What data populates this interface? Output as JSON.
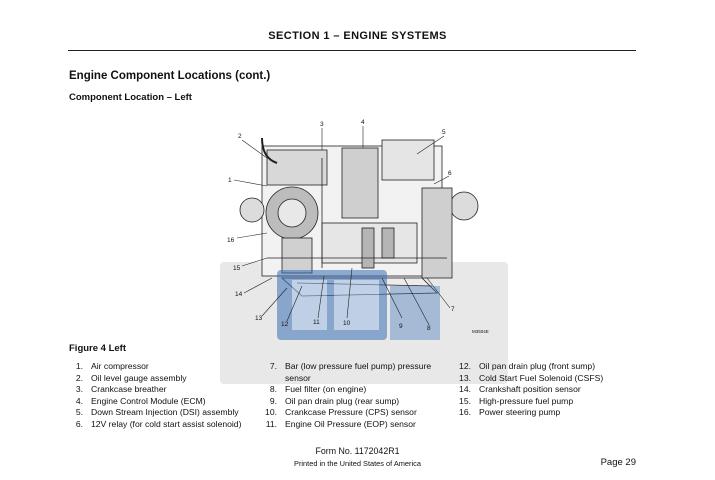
{
  "header": {
    "section_title": "SECTION 1 – ENGINE SYSTEMS"
  },
  "page_heading": "Engine Component Locations (cont.)",
  "subheading": "Component Location – Left",
  "figure": {
    "callouts": [
      "1",
      "2",
      "3",
      "4",
      "5",
      "6",
      "7",
      "8",
      "9",
      "10",
      "11",
      "12",
      "13",
      "14",
      "15",
      "16"
    ],
    "image_code": "M3504E",
    "caption": "Figure 4    Left"
  },
  "legend": [
    {
      "num": "1.",
      "text": "Air compressor"
    },
    {
      "num": "2.",
      "text": "Oil level gauge assembly"
    },
    {
      "num": "3.",
      "text": "Crankcase breather"
    },
    {
      "num": "4.",
      "text": "Engine Control Module (ECM)"
    },
    {
      "num": "5.",
      "text": "Down Stream Injection (DSI) assembly"
    },
    {
      "num": "6.",
      "text": "12V relay (for cold start assist solenoid)"
    },
    {
      "num": "7.",
      "text": "Bar (low pressure fuel pump) pressure sensor"
    },
    {
      "num": "8.",
      "text": "Fuel filter (on engine)"
    },
    {
      "num": "9.",
      "text": "Oil pan drain plug (rear sump)"
    },
    {
      "num": "10.",
      "text": "Crankcase Pressure (CPS) sensor"
    },
    {
      "num": "11.",
      "text": "Engine Oil Pressure (EOP) sensor"
    },
    {
      "num": "12.",
      "text": "Oil pan drain plug (front sump)"
    },
    {
      "num": "13.",
      "text": "Cold Start Fuel Solenoid (CSFS)"
    },
    {
      "num": "14.",
      "text": "Crankshaft position sensor"
    },
    {
      "num": "15.",
      "text": "High-pressure fuel pump"
    },
    {
      "num": "16.",
      "text": "Power steering pump"
    }
  ],
  "footer": {
    "form_no": "Form No.  1172042R1",
    "printed": "Printed in the United States of America",
    "page": "Page 29"
  },
  "colors": {
    "text": "#111111",
    "watermark_gray": "#bdbdbd",
    "watermark_blue": "#3b6fb5"
  }
}
